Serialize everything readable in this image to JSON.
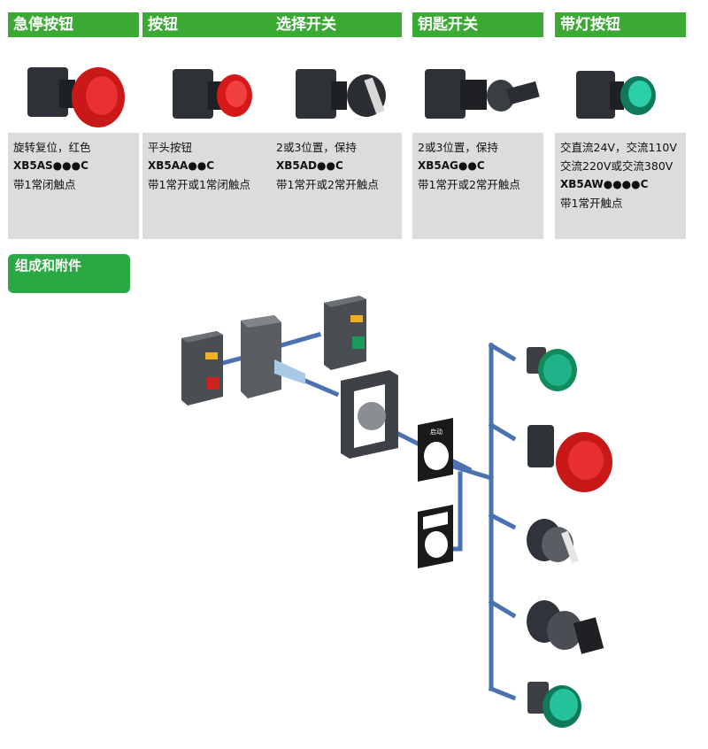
{
  "columns": [
    {
      "title": "急停按钮",
      "lines": [
        "旋转复位，红色",
        "XB5AS●●●C",
        "带1常闭触点"
      ],
      "code_index": 1,
      "icon": "emergency-stop-button-icon"
    },
    {
      "title": "按钮",
      "lines": [
        "平头按钮",
        "XB5AA●●C",
        "带1常开或1常闭触点"
      ],
      "code_index": 1,
      "icon": "flush-push-button-icon"
    },
    {
      "title": "选择开关",
      "lines": [
        "2或3位置，保持",
        "XB5AD●●C",
        "带1常开或2常开触点"
      ],
      "code_index": 1,
      "icon": "selector-switch-icon"
    },
    {
      "title": "钥匙开关",
      "lines": [
        "2或3位置，保持",
        "XB5AG●●C",
        "带1常开或2常开触点"
      ],
      "code_index": 1,
      "icon": "key-switch-icon"
    },
    {
      "title": "带灯按钮",
      "lines": [
        "交直流24V，交流110V",
        "交流220V或交流380V",
        "XB5AW●●●●C",
        "带1常开触点"
      ],
      "code_index": 2,
      "icon": "illuminated-push-button-icon"
    }
  ],
  "section": {
    "title": "组成和附件"
  },
  "diagram": {
    "legend_plate_text": "启动",
    "colors": {
      "accent_green": "#3aaa35",
      "connector_blue": "#4a72b0",
      "red": "#e02020",
      "teal": "#1fb38a"
    }
  }
}
